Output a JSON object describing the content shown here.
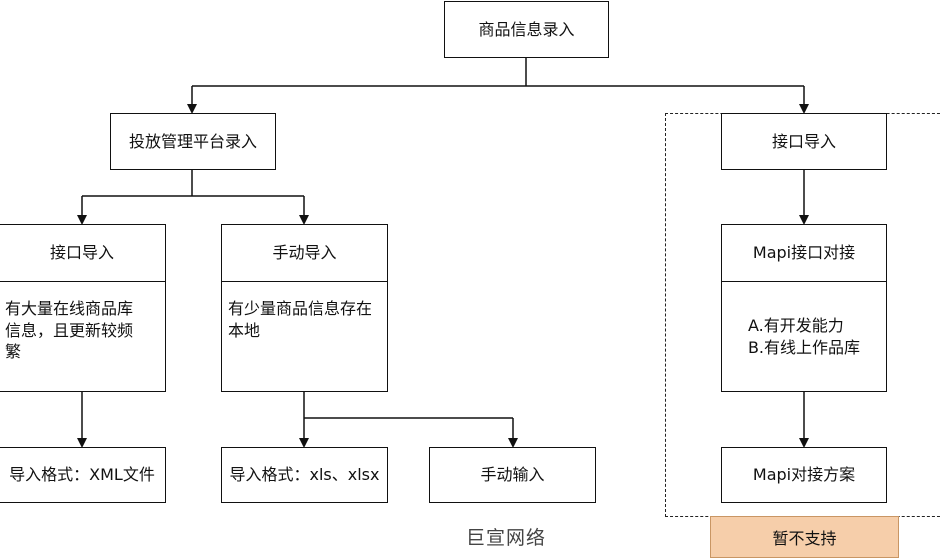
{
  "root": {
    "label": "商品信息录入"
  },
  "platform": {
    "label": "投放管理平台录入"
  },
  "interface_import": {
    "label": "接口导入"
  },
  "api_left": {
    "title": "接口导入",
    "description": "有大量在线商品库\n信息，且更新较频\n繁"
  },
  "manual_import": {
    "title": "手动导入",
    "description": "有少量商品信息存在\n本地"
  },
  "mapi": {
    "title": "Mapi接口对接",
    "requirements": "A.有开发能力\nB.有线上作品库"
  },
  "format_xml": {
    "label": "导入格式：XML文件"
  },
  "format_xls": {
    "label": "导入格式：xls、xlsx"
  },
  "manual_input": {
    "label": "手动输入"
  },
  "mapi_plan": {
    "label": "Mapi对接方案"
  },
  "status_badge": {
    "label": "暂不支持",
    "color": "#f6ceaa"
  },
  "watermark": {
    "label": "巨宣网络"
  }
}
